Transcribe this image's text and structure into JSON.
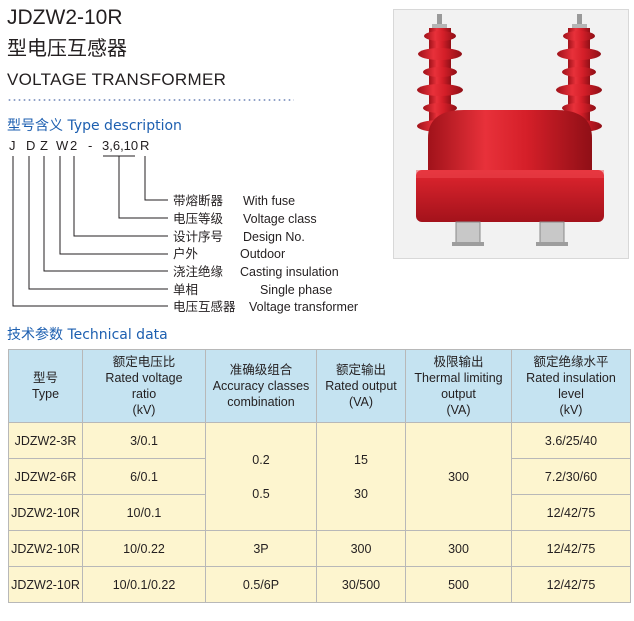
{
  "header": {
    "model_title": "JDZW2-10R",
    "cn_title": "型电压互感器",
    "en_title": "VOLTAGE TRANSFORMER"
  },
  "type_description": {
    "heading": "型号含义 Type description",
    "code_parts": [
      "J",
      "D",
      "Z",
      "W",
      "2",
      "-",
      "3,6,10",
      "R"
    ],
    "legend": [
      {
        "cn": "带熔断器",
        "en": "With fuse"
      },
      {
        "cn": "电压等级",
        "en": "Voltage class"
      },
      {
        "cn": "设计序号",
        "en": "Design No."
      },
      {
        "cn": "户外",
        "en": "Outdoor"
      },
      {
        "cn": "浇注绝缘",
        "en": "Casting insulation"
      },
      {
        "cn": "单相",
        "en": "Single phase"
      },
      {
        "cn": "电压互感器",
        "en": "Voltage transformer"
      }
    ]
  },
  "technical_data": {
    "heading": "技术参数 Technical data",
    "columns": [
      {
        "cn": "型号",
        "en": [
          "Type"
        ]
      },
      {
        "cn": "额定电压比",
        "en": [
          "Rated voltage",
          "ratio",
          "(kV)"
        ]
      },
      {
        "cn": "准确级组合",
        "en": [
          "Accuracy classes",
          "combination"
        ]
      },
      {
        "cn": "额定输出",
        "en": [
          "Rated output",
          "(VA)"
        ]
      },
      {
        "cn": "极限输出",
        "en": [
          "Thermal limiting",
          "output",
          "(VA)"
        ]
      },
      {
        "cn": "额定绝缘水平",
        "en": [
          "Rated insulation",
          "level",
          "(kV)"
        ]
      }
    ],
    "rows": [
      {
        "type": "JDZW2-3R",
        "ratio": "3/0.1",
        "insulation": "3.6/25/40"
      },
      {
        "type": "JDZW2-6R",
        "ratio": "6/0.1",
        "insulation": "7.2/30/60"
      },
      {
        "type": "JDZW2-10R",
        "ratio": "10/0.1",
        "insulation": "12/42/75"
      },
      {
        "type": "JDZW2-10R",
        "ratio": "10/0.22",
        "accuracy": "3P",
        "output": "300",
        "limit": "300",
        "insulation": "12/42/75"
      },
      {
        "type": "JDZW2-10R",
        "ratio": "10/0.1/0.22",
        "accuracy": "0.5/6P",
        "output": "30/500",
        "limit": "500",
        "insulation": "12/42/75"
      }
    ],
    "merged_group": {
      "accuracy": [
        "0.2",
        "0.5"
      ],
      "output": [
        "15",
        "30"
      ],
      "limit": "300"
    }
  },
  "colors": {
    "heading_blue": "#1d5fb0",
    "header_bg": "#c5e3f1",
    "cell_bg": "#fdf5cf",
    "insulator_red": "#d8202a"
  },
  "image": {
    "subject": "red outdoor voltage transformer product photo"
  }
}
